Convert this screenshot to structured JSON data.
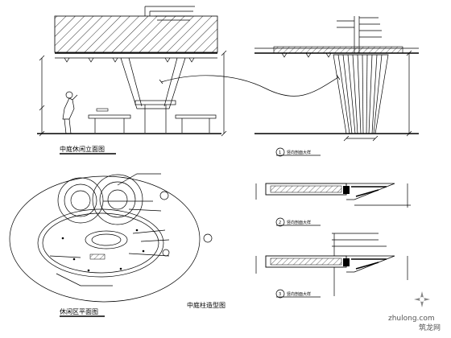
{
  "sheet": {
    "titles": {
      "elevation": "中庭休闲立面图",
      "plan": "休闲区平面图",
      "column_detail": "中庭柱造型图"
    },
    "section_marks": [
      {
        "num": "1",
        "label": "竖向剖面大样"
      },
      {
        "num": "2",
        "label": "竖向剖面大样"
      },
      {
        "num": "3",
        "label": "竖向剖面大样"
      }
    ],
    "watermark": {
      "site": "zhulong.com",
      "brand": "筑龙网"
    }
  }
}
